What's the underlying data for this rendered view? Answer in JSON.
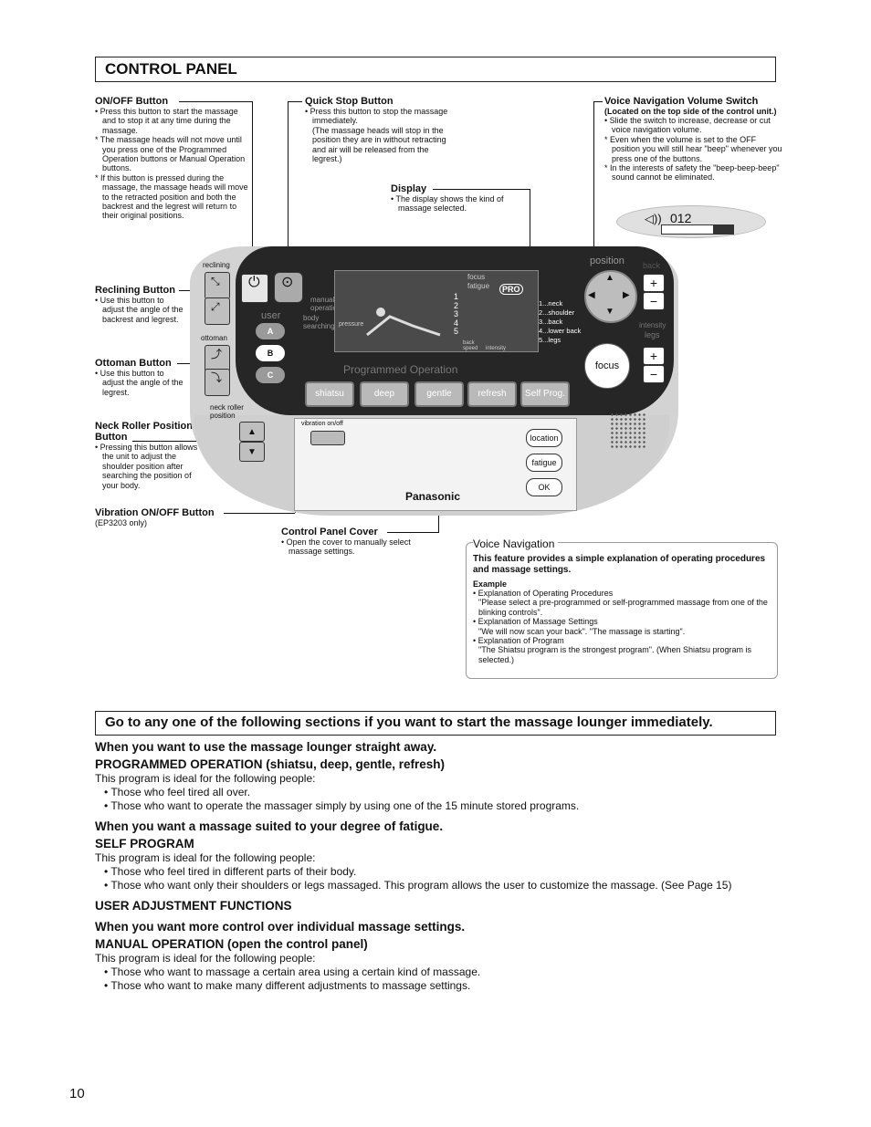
{
  "header": {
    "title": "CONTROL PANEL"
  },
  "callouts": {
    "onoff": {
      "title": "ON/OFF Button",
      "lines": [
        "• Press this button to start the massage and to stop it at any time during the massage.",
        "* The massage heads will not move until you press one of the Programmed Operation buttons or Manual Operation buttons.",
        "* If this button is pressed during the massage, the massage heads will move to the retracted position and both the backrest and the legrest will return to their original positions."
      ]
    },
    "quickstop": {
      "title": "Quick Stop Button",
      "lines": [
        "• Press this button to stop the massage immediately.",
        "(The massage heads will stop in the position they are in without retracting and air will be released from the legrest.)"
      ]
    },
    "display": {
      "title": "Display",
      "lines": [
        "• The display shows the kind of massage selected."
      ]
    },
    "voicevol": {
      "title": "Voice Navigation Volume Switch",
      "subtitle": "(Located on the top side of the control unit.)",
      "lines": [
        "• Slide the switch to increase, decrease or cut voice navigation volume.",
        "* Even when the volume is set to the OFF position you will still hear \"beep\" whenever you press one of the buttons.",
        "* In the interests of safety the \"beep-beep-beep\" sound cannot be eliminated."
      ]
    },
    "reclining": {
      "title": "Reclining Button",
      "lines": [
        "• Use this button to adjust the angle of the backrest and legrest."
      ]
    },
    "ottoman": {
      "title": "Ottoman Button",
      "lines": [
        "• Use this button to adjust the angle of the legrest."
      ]
    },
    "neckroller": {
      "title": "Neck Roller Position Button",
      "lines": [
        "• Pressing this button allows the unit to adjust the shoulder position after searching the position of your body."
      ]
    },
    "vibration": {
      "title": "Vibration ON/OFF Button",
      "note": "(EP3203 only)"
    },
    "cover": {
      "title": "Control Panel Cover",
      "lines": [
        "• Open the cover to manually select massage settings."
      ]
    }
  },
  "panel": {
    "volume_readout": "012",
    "labels": {
      "reclining": "reclining",
      "ottoman": "ottoman",
      "user": "user",
      "neck_roller": "neck roller position",
      "vibration": "vibration on/off",
      "position": "position",
      "back": "back",
      "intensity": "intensity",
      "legs": "legs",
      "brand": "Panasonic",
      "programmed_operation": "Programmed Operation",
      "manual_operation": "manual operation",
      "body_searching": "body searching",
      "pressure": "pressure",
      "focus_disp": "focus",
      "fatigue_disp": "fatigue",
      "pro": "PRO",
      "speed": "speed",
      "intensity_disp": "intensity",
      "back_disp": "back"
    },
    "user_buttons": [
      "A",
      "B",
      "C"
    ],
    "programs": [
      "shiatsu",
      "deep",
      "gentle",
      "refresh",
      "Self Prog."
    ],
    "areas": [
      "1...neck",
      "2...shoulder",
      "3...back",
      "4...lower back",
      "5...legs"
    ],
    "level_numbers": [
      "1",
      "2",
      "3",
      "4",
      "5"
    ],
    "focus_button": "focus",
    "cover_buttons": [
      "location",
      "fatigue",
      "OK"
    ],
    "plus": "+",
    "minus": "−"
  },
  "voice_nav": {
    "title": "Voice Navigation",
    "intro": "This feature provides a simple explanation of operating procedures and massage settings.",
    "example_label": "Example",
    "lines": [
      "• Explanation of Operating Procedures",
      "\"Please select a pre-programmed or self-programmed massage from one of the blinking controls\".",
      "• Explanation of Massage Settings",
      "\"We will now scan your back\". \"The massage is starting\".",
      "• Explanation of Program",
      "\"The Shiatsu program is the strongest program\". (When Shiatsu program is selected.)"
    ]
  },
  "section": {
    "title": "Go to any one of the following sections if you want to start the massage lounger immediately.",
    "blocks": [
      {
        "heading": "When you want to use the massage lounger straight away.",
        "subheading": "PROGRAMMED OPERATION (shiatsu, deep, gentle, refresh)",
        "intro": "This program is ideal for the following people:",
        "bullets": [
          "• Those who feel tired all over.",
          "• Those who want to operate the massager simply by using one of the 15 minute stored programs."
        ]
      },
      {
        "heading": "When you want a massage suited to your degree of fatigue.",
        "subheading": "SELF PROGRAM",
        "intro": "This program is ideal for the following people:",
        "bullets": [
          "• Those who feel tired in different parts of their body.",
          "• Those who want only their shoulders or legs massaged.  This program allows the user to customize the massage. (See Page 15)"
        ]
      },
      {
        "heading": "",
        "subheading": "USER ADJUSTMENT FUNCTIONS",
        "intro": "",
        "bullets": []
      },
      {
        "heading": "When you want more control over individual massage settings.",
        "subheading": "MANUAL OPERATION (open the control panel)",
        "intro": "This program is ideal for the following people:",
        "bullets": [
          "• Those who want to massage a certain area using a certain kind of massage.",
          "• Those who want to make many different adjustments to massage settings."
        ]
      }
    ]
  },
  "page_number": "10"
}
